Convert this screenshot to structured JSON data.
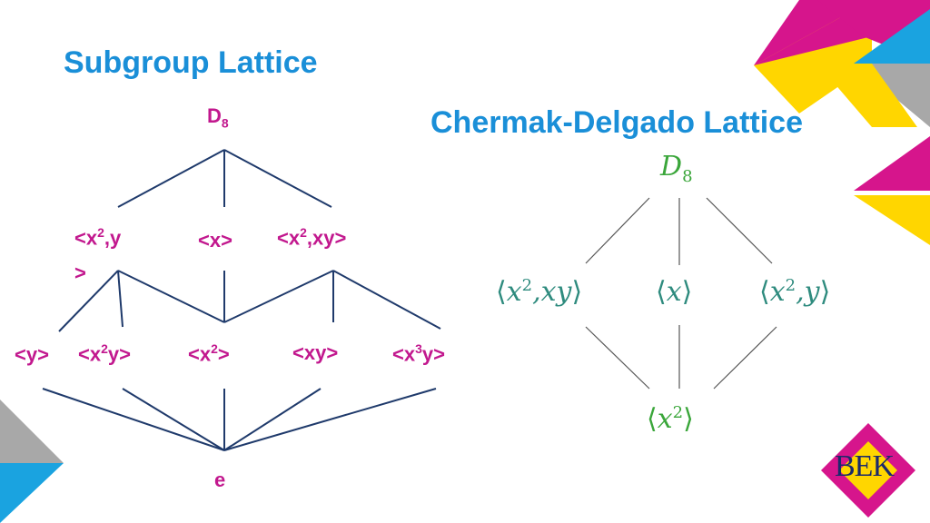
{
  "titles": {
    "left": "Subgroup Lattice",
    "right": "Chermak-Delgado Lattice"
  },
  "subgroup_lattice": {
    "top": {
      "base": "D",
      "sub": "8"
    },
    "mid1": {
      "a": "<x",
      "sup": "2",
      "b": ",y",
      "c": ">"
    },
    "mid2": "<x>",
    "mid3": {
      "a": "<x",
      "sup": "2",
      "b": ",xy>"
    },
    "low1": "<y>",
    "low2": {
      "a": "<x",
      "sup": "2",
      "b": "y>"
    },
    "low3": {
      "a": "<x",
      "sup": "2",
      "b": ">"
    },
    "low4": "<xy>",
    "low5": {
      "a": "<x",
      "sup": "3",
      "b": "y>"
    },
    "bottom": "e"
  },
  "cd_lattice": {
    "top": {
      "base": "D",
      "sub": "8"
    },
    "left": {
      "open": "⟨",
      "a": "x",
      "sup": "2",
      "b": ",xy",
      "close": "⟩"
    },
    "center": {
      "open": "⟨",
      "a": "x",
      "close": "⟩"
    },
    "right": {
      "open": "⟨",
      "a": "x",
      "sup": "2",
      "b": ",y",
      "close": "⟩"
    },
    "bottom": {
      "open": "⟨",
      "a": "x",
      "sup": "2",
      "close": "⟩"
    }
  },
  "logo": {
    "text": "BEK"
  },
  "colors": {
    "title_blue": "#1a8fd8",
    "node_magenta": "#c2188e",
    "cd_teal": "#2e8b7e",
    "cd_green": "#3aa63a",
    "line_navy": "#1f3a6b",
    "deco_yellow": "#ffd600",
    "deco_magenta": "#d6158c",
    "deco_blue": "#1aa3e0",
    "deco_gray": "#a8a8a8"
  }
}
